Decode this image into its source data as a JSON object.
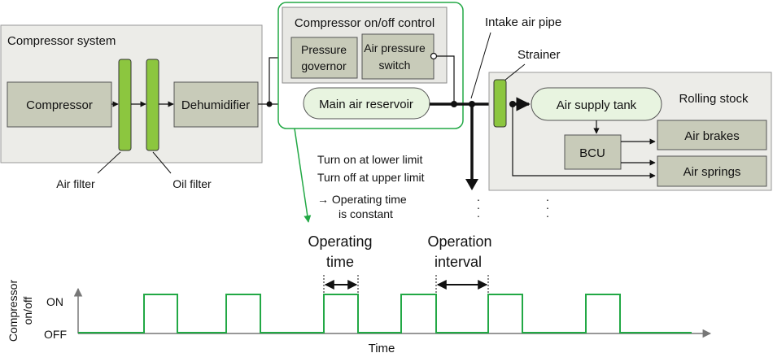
{
  "compressor_system": {
    "title": "Compressor system",
    "compressor": "Compressor",
    "dehumidifier": "Dehumidifier",
    "air_filter": "Air filter",
    "oil_filter": "Oil filter"
  },
  "control": {
    "title": "Compressor on/off control",
    "pressure_governor": [
      "Pressure",
      "governor"
    ],
    "air_pressure_switch": [
      "Air pressure",
      "switch"
    ],
    "main_air_reservoir": "Main air reservoir"
  },
  "piping": {
    "intake_air_pipe": "Intake air pipe",
    "strainer": "Strainer"
  },
  "rolling_stock": {
    "title": "Rolling stock",
    "air_supply_tank": "Air supply tank",
    "bcu": "BCU",
    "air_brakes": "Air brakes",
    "air_springs": "Air springs"
  },
  "notes": {
    "line1": "Turn on at lower limit",
    "line2": "Turn off at upper limit",
    "line3": "→ Operating time",
    "line4": "is constant"
  },
  "timing": {
    "operating_time": [
      "Operating",
      "time"
    ],
    "operation_interval": [
      "Operation",
      "interval"
    ],
    "y_axis_label": [
      "Compressor",
      "on/off"
    ],
    "on_label": "ON",
    "off_label": "OFF",
    "x_axis_label": "Time",
    "signal_color": "#22a845"
  },
  "colors": {
    "panel_fill": "#ececE8",
    "box_fill": "#c8cbb9",
    "filter_green": "#8cc63f",
    "control_border": "#22a845",
    "reservoir_fill": "#e8f4e0"
  }
}
